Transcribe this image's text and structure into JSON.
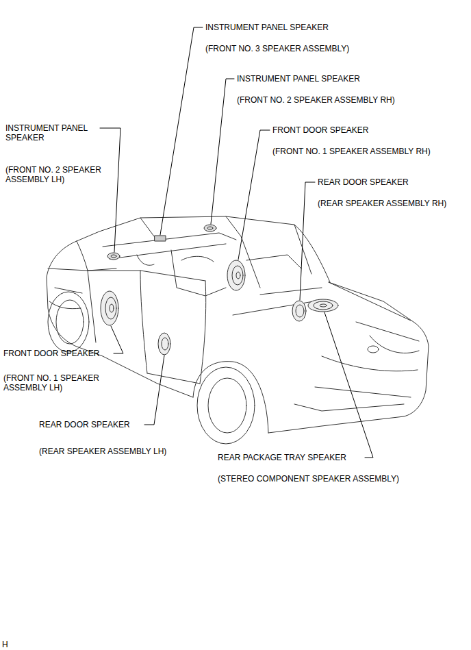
{
  "diagram": {
    "labels": [
      "INSTRUMENT PANEL SPEAKER",
      "(FRONT NO. 3 SPEAKER ASSEMBLY)",
      "INSTRUMENT PANEL SPEAKER",
      "(FRONT NO. 2 SPEAKER ASSEMBLY RH)",
      "FRONT DOOR SPEAKER",
      "(FRONT NO. 1 SPEAKER ASSEMBLY RH)",
      "REAR DOOR SPEAKER",
      "(REAR SPEAKER ASSEMBLY RH)",
      "INSTRUMENT PANEL SPEAKER",
      "(FRONT NO. 2 SPEAKER ASSEMBLY LH)",
      "FRONT DOOR SPEAKER",
      "(FRONT NO. 1 SPEAKER ASSEMBLY LH)",
      "REAR DOOR SPEAKER",
      "(REAR SPEAKER ASSEMBLY LH)",
      "REAR PACKAGE TRAY SPEAKER",
      "(STEREO COMPONENT SPEAKER ASSEMBLY)",
      "H"
    ]
  }
}
